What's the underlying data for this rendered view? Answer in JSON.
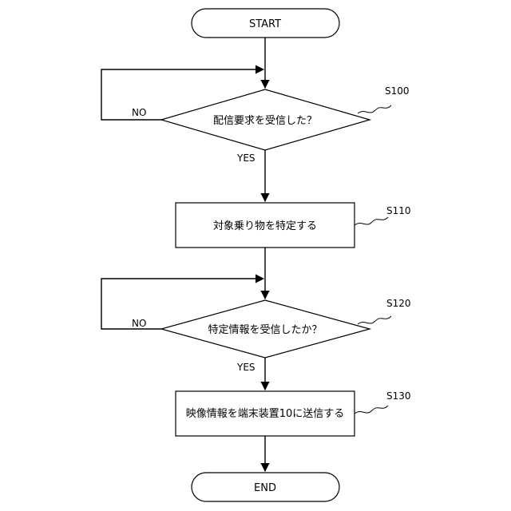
{
  "flowchart": {
    "start_label": "START",
    "end_label": "END",
    "steps": [
      {
        "id": "S100",
        "text": "配信要求を受信した？",
        "yes": "YES",
        "no": "NO"
      },
      {
        "id": "S110",
        "text": "対象乗り物を特定する"
      },
      {
        "id": "S120",
        "text": "特定情報を受信したか？",
        "yes": "YES",
        "no": "NO"
      },
      {
        "id": "S130",
        "text": "映像情報を端末装置10に送信する"
      }
    ]
  }
}
